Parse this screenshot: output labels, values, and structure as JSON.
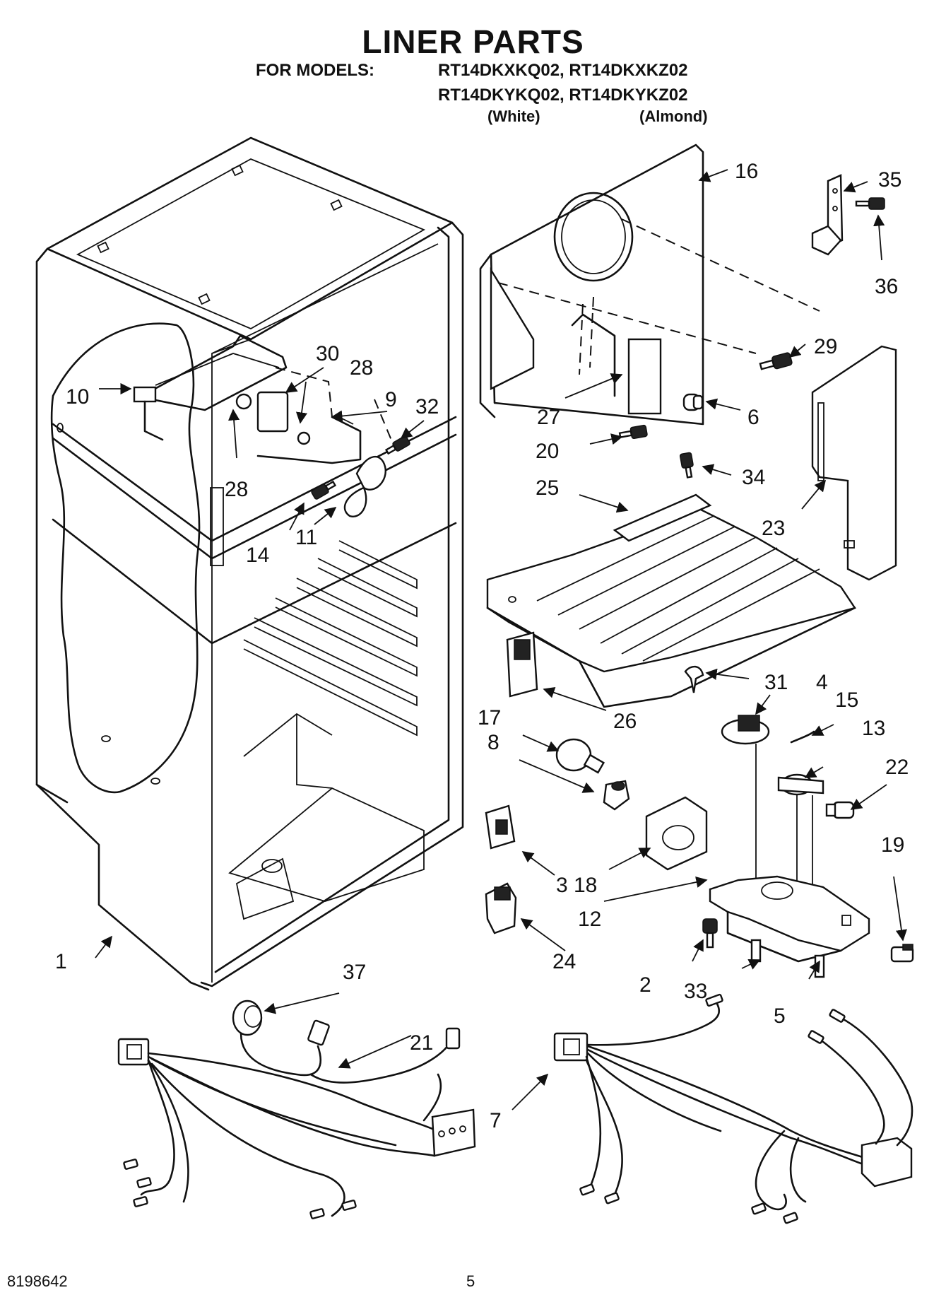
{
  "header": {
    "title": "LINER PARTS",
    "models_label": "FOR MODELS:",
    "models_line1": "RT14DKXKQ02, RT14DKXKZ02",
    "models_line2": "RT14DKYKQ02, RT14DKYKZ02",
    "variant_white": "(White)",
    "variant_almond": "(Almond)"
  },
  "callouts": [
    "1",
    "2",
    "3",
    "4",
    "5",
    "6",
    "7",
    "8",
    "9",
    "10",
    "11",
    "12",
    "13",
    "14",
    "15",
    "16",
    "17",
    "18",
    "19",
    "20",
    "21",
    "22",
    "23",
    "24",
    "25",
    "26",
    "27",
    "28",
    "28",
    "29",
    "30",
    "31",
    "32",
    "33",
    "34",
    "35",
    "36",
    "37"
  ],
  "footer": {
    "doc_number": "8198642",
    "page_number": "5"
  }
}
